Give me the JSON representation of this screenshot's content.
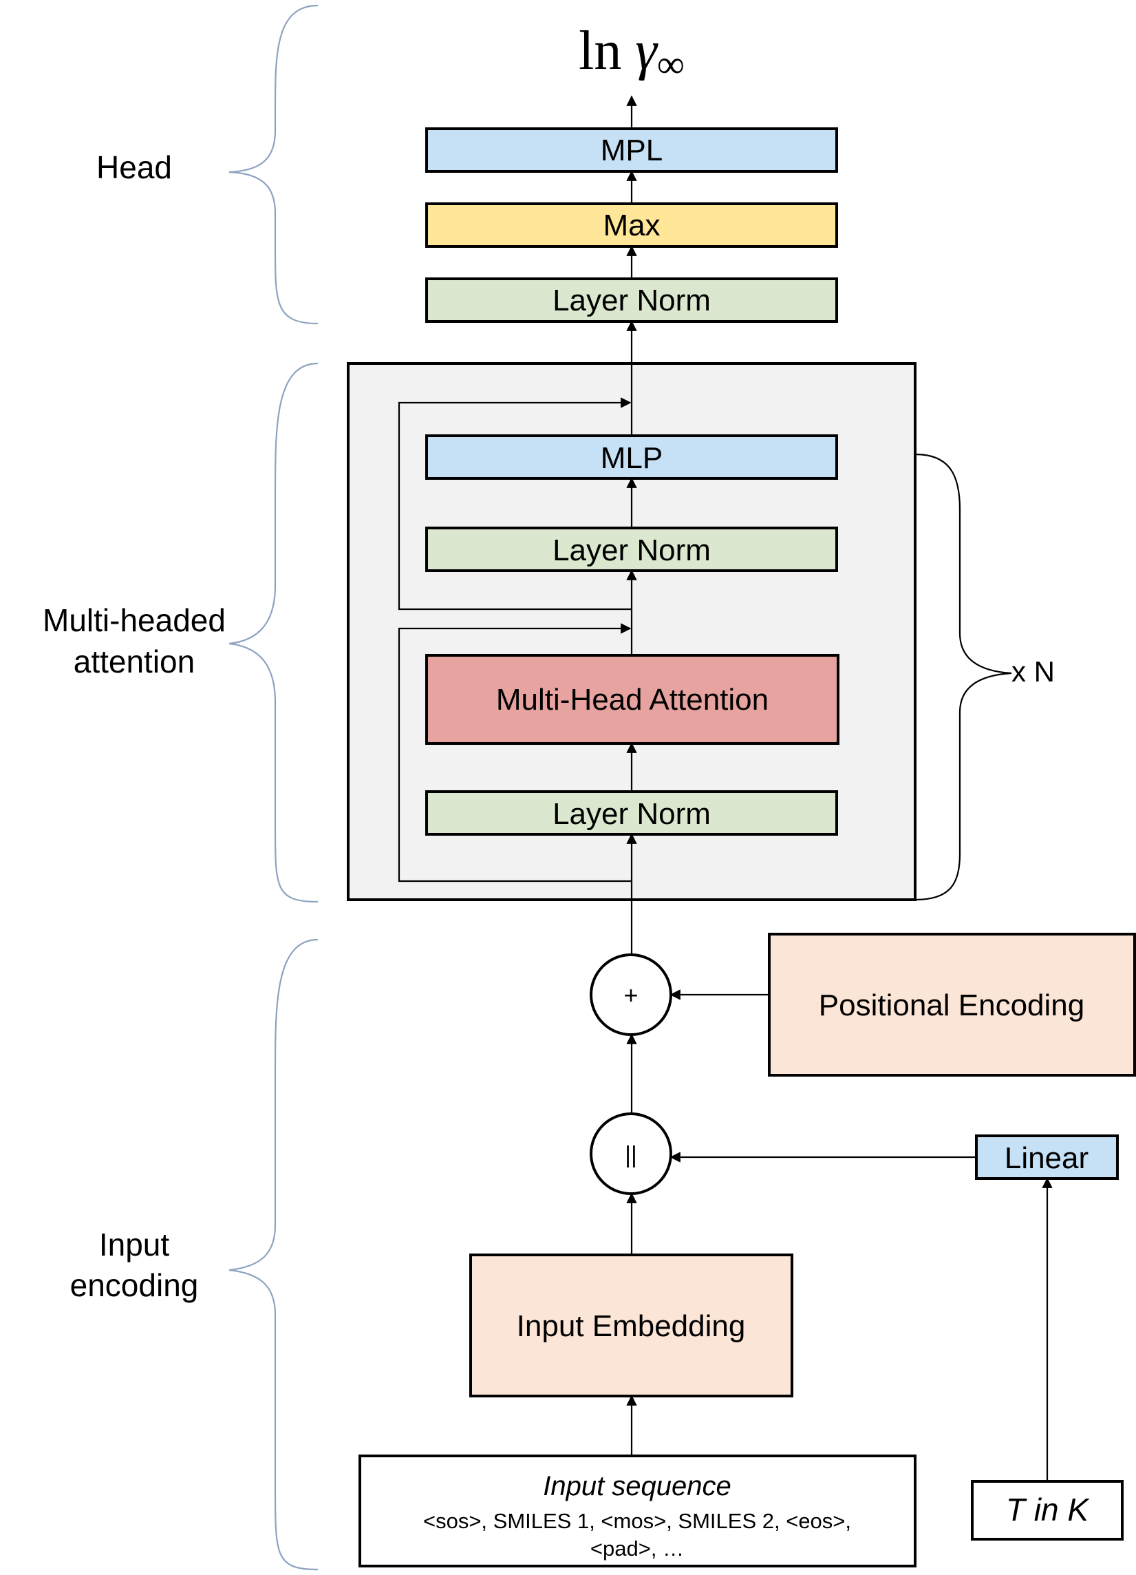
{
  "output": {
    "prefix": "ln ",
    "symbol": "γ",
    "subscript": "∞"
  },
  "head": {
    "section_label": "Head",
    "mpl_label": "MPL",
    "max_label": "Max",
    "layer_norm_label": "Layer Norm"
  },
  "attention_block": {
    "section_label_line1": "Multi-headed",
    "section_label_line2": "attention",
    "mlp_label": "MLP",
    "layer_norm_upper_label": "Layer Norm",
    "mha_label": "Multi-Head Attention",
    "layer_norm_lower_label": "Layer Norm",
    "repeat_label": "x N"
  },
  "input": {
    "section_label_line1": "Input",
    "section_label_line2": "encoding",
    "add_symbol": "+",
    "concat_symbol": "||",
    "positional_label": "Positional Encoding",
    "linear_label": "Linear",
    "embedding_label": "Input Embedding",
    "sequence_title": "Input sequence",
    "sequence_line1": "<sos>, SMILES 1, <mos>, SMILES 2, <eos>,",
    "sequence_line2": "<pad>, …",
    "temperature_label": "T in K"
  },
  "colors": {
    "blue": "#c6e0f5",
    "yellow": "#ffe699",
    "green": "#dbe8cf",
    "red": "#e6a39f",
    "peach": "#fbe5d6",
    "block_bg": "#f2f2f2",
    "brace": "#8ea3c0"
  }
}
